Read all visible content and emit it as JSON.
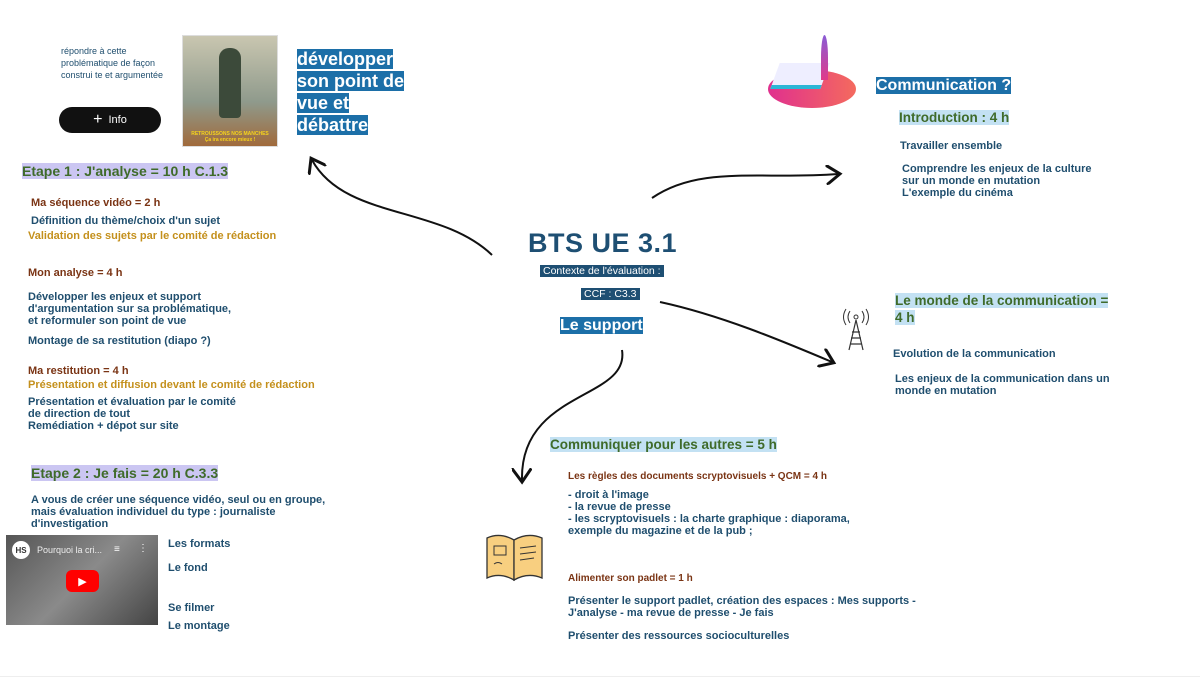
{
  "top_left": {
    "note": "répondre à cette\nproblématique de façon\nconstrui te et argumentée",
    "info_button": "Info",
    "poster_caption": "RETROUSSONS NOS MANCHES\nÇa ira encore mieux !",
    "develop_label": "développer\nson point de\nvue et\ndébattre"
  },
  "center": {
    "title": "BTS  UE 3.1",
    "context": "Contexte de l'évaluation :",
    "ccf": "CCF : C3.3",
    "support": "Le support"
  },
  "etape1": {
    "heading": "Etape 1 : J'analyse = 10 h C.1.3",
    "seq_title": "Ma séquence vidéo =  2 h",
    "seq_def": "Définition du thème/choix d'un sujet",
    "seq_valid": "Validation des sujets par le comité de rédaction",
    "analyse_title": "Mon analyse = 4 h",
    "analyse_dev": "Développer les enjeux et support\nd'argumentation sur sa problématique,\net reformuler son point de vue",
    "analyse_montage": "Montage de sa restitution (diapo ?)",
    "restit_title": "Ma restitution = 4 h",
    "restit_pres": "Présentation et diffusion devant le comité de rédaction",
    "restit_eval": "Présentation et évaluation par le comité\nde direction de tout\nRemédiation + dépot sur site"
  },
  "etape2": {
    "heading": "Etape 2 : Je fais = 20 h C.3.3",
    "desc": "A vous de créer une séquence vidéo, seul ou en groupe,\nmais évaluation individuel du type : journaliste\nd'investigation",
    "video_title": "Pourquoi la cri...",
    "video_channel": "HS",
    "items": [
      "Les formats",
      "Le fond",
      "Se filmer",
      "Le montage"
    ]
  },
  "communication": {
    "title": "Communication ?",
    "intro": "Introduction : 4 h",
    "work": "Travailler ensemble",
    "culture": "Comprendre les enjeux de la culture\nsur un monde en mutation\nL'exemple du cinéma"
  },
  "monde": {
    "title": "Le monde de la communication =\n4 h",
    "evolution": "Evolution de la communication",
    "enjeux": "Les enjeux de la communication dans un\nmonde en mutation"
  },
  "autres": {
    "title": "Communiquer pour les autres = 5 h",
    "regles_title": "Les règles des documents scryptovisuels + QCM = 4 h",
    "regles_list": "- droit à l'image\n- la revue de presse\n- les scryptovisuels : la charte graphique :  diaporama,\nexemple du magazine et de la pub ;",
    "padlet_title": "Alimenter son padlet = 1 h",
    "padlet_desc": "Présenter le support padlet, création des espaces : Mes supports -\nJ'analyse - ma revue de presse - Je fais",
    "ressources": "Présenter des ressources socioculturelles"
  }
}
